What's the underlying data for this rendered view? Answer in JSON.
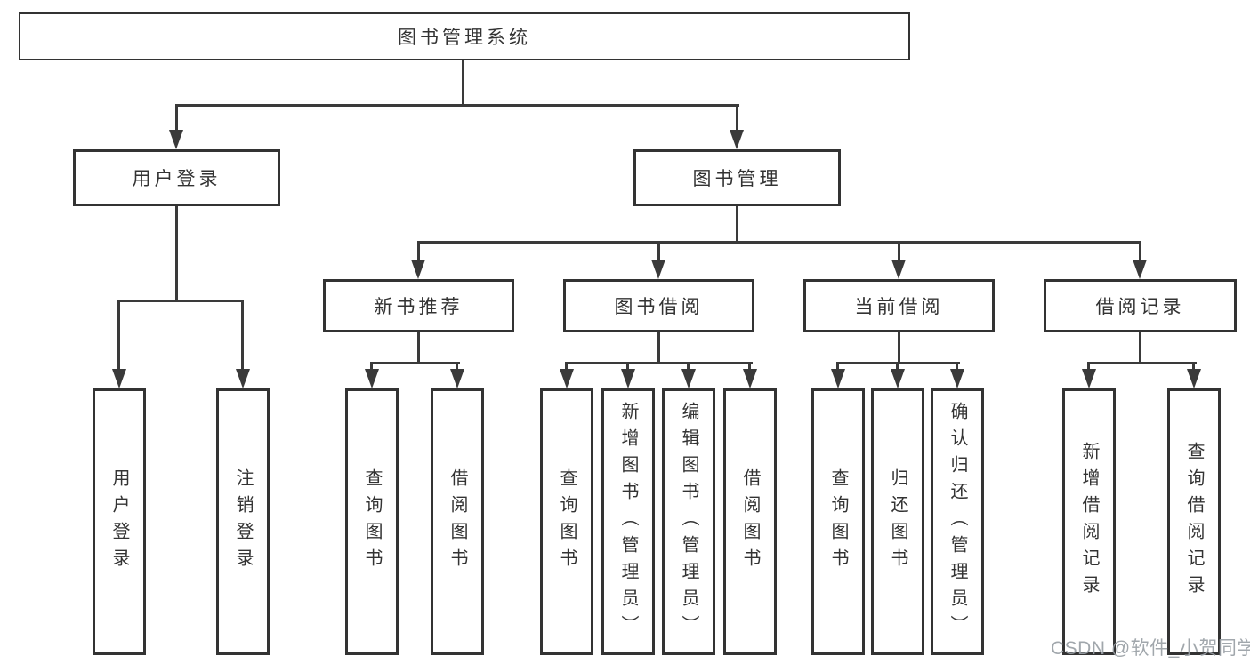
{
  "diagram": {
    "root": {
      "label": "图书管理系统"
    },
    "level2": [
      {
        "label": "用户登录"
      },
      {
        "label": "图书管理"
      }
    ],
    "level3": [
      {
        "label": "新书推荐"
      },
      {
        "label": "图书借阅"
      },
      {
        "label": "当前借阅"
      },
      {
        "label": "借阅记录"
      }
    ],
    "leaves": [
      {
        "label": "用户登录"
      },
      {
        "label": "注销登录"
      },
      {
        "label": "查询图书"
      },
      {
        "label": "借阅图书"
      },
      {
        "label": "查询图书"
      },
      {
        "label": "新增图书（管理员）"
      },
      {
        "label": "编辑图书（管理员）"
      },
      {
        "label": "借阅图书"
      },
      {
        "label": "查询图书"
      },
      {
        "label": "归还图书"
      },
      {
        "label": "确认归还（管理员）"
      },
      {
        "label": "新增借阅记录"
      },
      {
        "label": "查询借阅记录"
      }
    ],
    "watermark": {
      "text": "CSDN @软件_小贺同学"
    },
    "colors": {
      "line": "#3a3a3a",
      "border": "#333333",
      "text": "#333333",
      "background": "#ffffff",
      "watermark": "#9aa0a6"
    }
  }
}
